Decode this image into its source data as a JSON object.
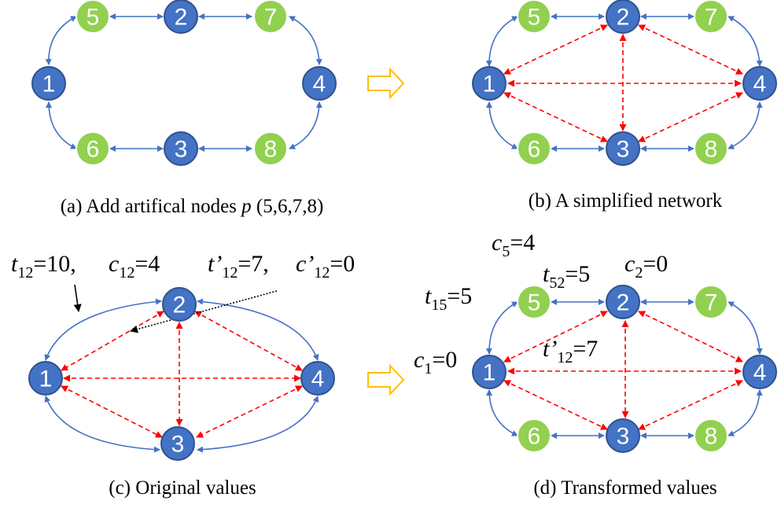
{
  "panels": {
    "a": {
      "caption_prefix": "(a) Add artifical nodes ",
      "caption_var": "p",
      "caption_suffix": " (5,6,7,8)"
    },
    "b": {
      "caption": "(b) A simplified network"
    },
    "c": {
      "caption": "(c) Original values",
      "annotations": {
        "t12": {
          "sym": "t",
          "sub": "12",
          "val": "=10,"
        },
        "c12": {
          "sym": "c",
          "sub": "12",
          "val": "=4"
        },
        "tp12": {
          "sym": "t’",
          "sub": "12",
          "val": "=7,"
        },
        "cp12": {
          "sym": "c’",
          "sub": "12",
          "val": "=0"
        }
      }
    },
    "d": {
      "caption": "(d) Transformed values",
      "annotations": {
        "c5": {
          "sym": "c",
          "sub": "5",
          "val": "=4"
        },
        "t52": {
          "sym": "t",
          "sub": "52",
          "val": "=5"
        },
        "c2": {
          "sym": "c",
          "sub": "2",
          "val": "=0"
        },
        "t15": {
          "sym": "t",
          "sub": "15",
          "val": "=5"
        },
        "c1": {
          "sym": "c",
          "sub": "1",
          "val": "=0"
        },
        "tp12": {
          "sym": "t’",
          "sub": "12",
          "val": "=7"
        }
      }
    }
  },
  "node_labels": {
    "n1": "1",
    "n2": "2",
    "n3": "3",
    "n4": "4",
    "n5": "5",
    "n6": "6",
    "n7": "7",
    "n8": "8"
  },
  "colors": {
    "real_node": "#4472C4",
    "artificial_node": "#92D050",
    "real_edge": "#4472C4",
    "virtual_edge": "#FF0000",
    "transform_arrow": "#FFC000"
  }
}
